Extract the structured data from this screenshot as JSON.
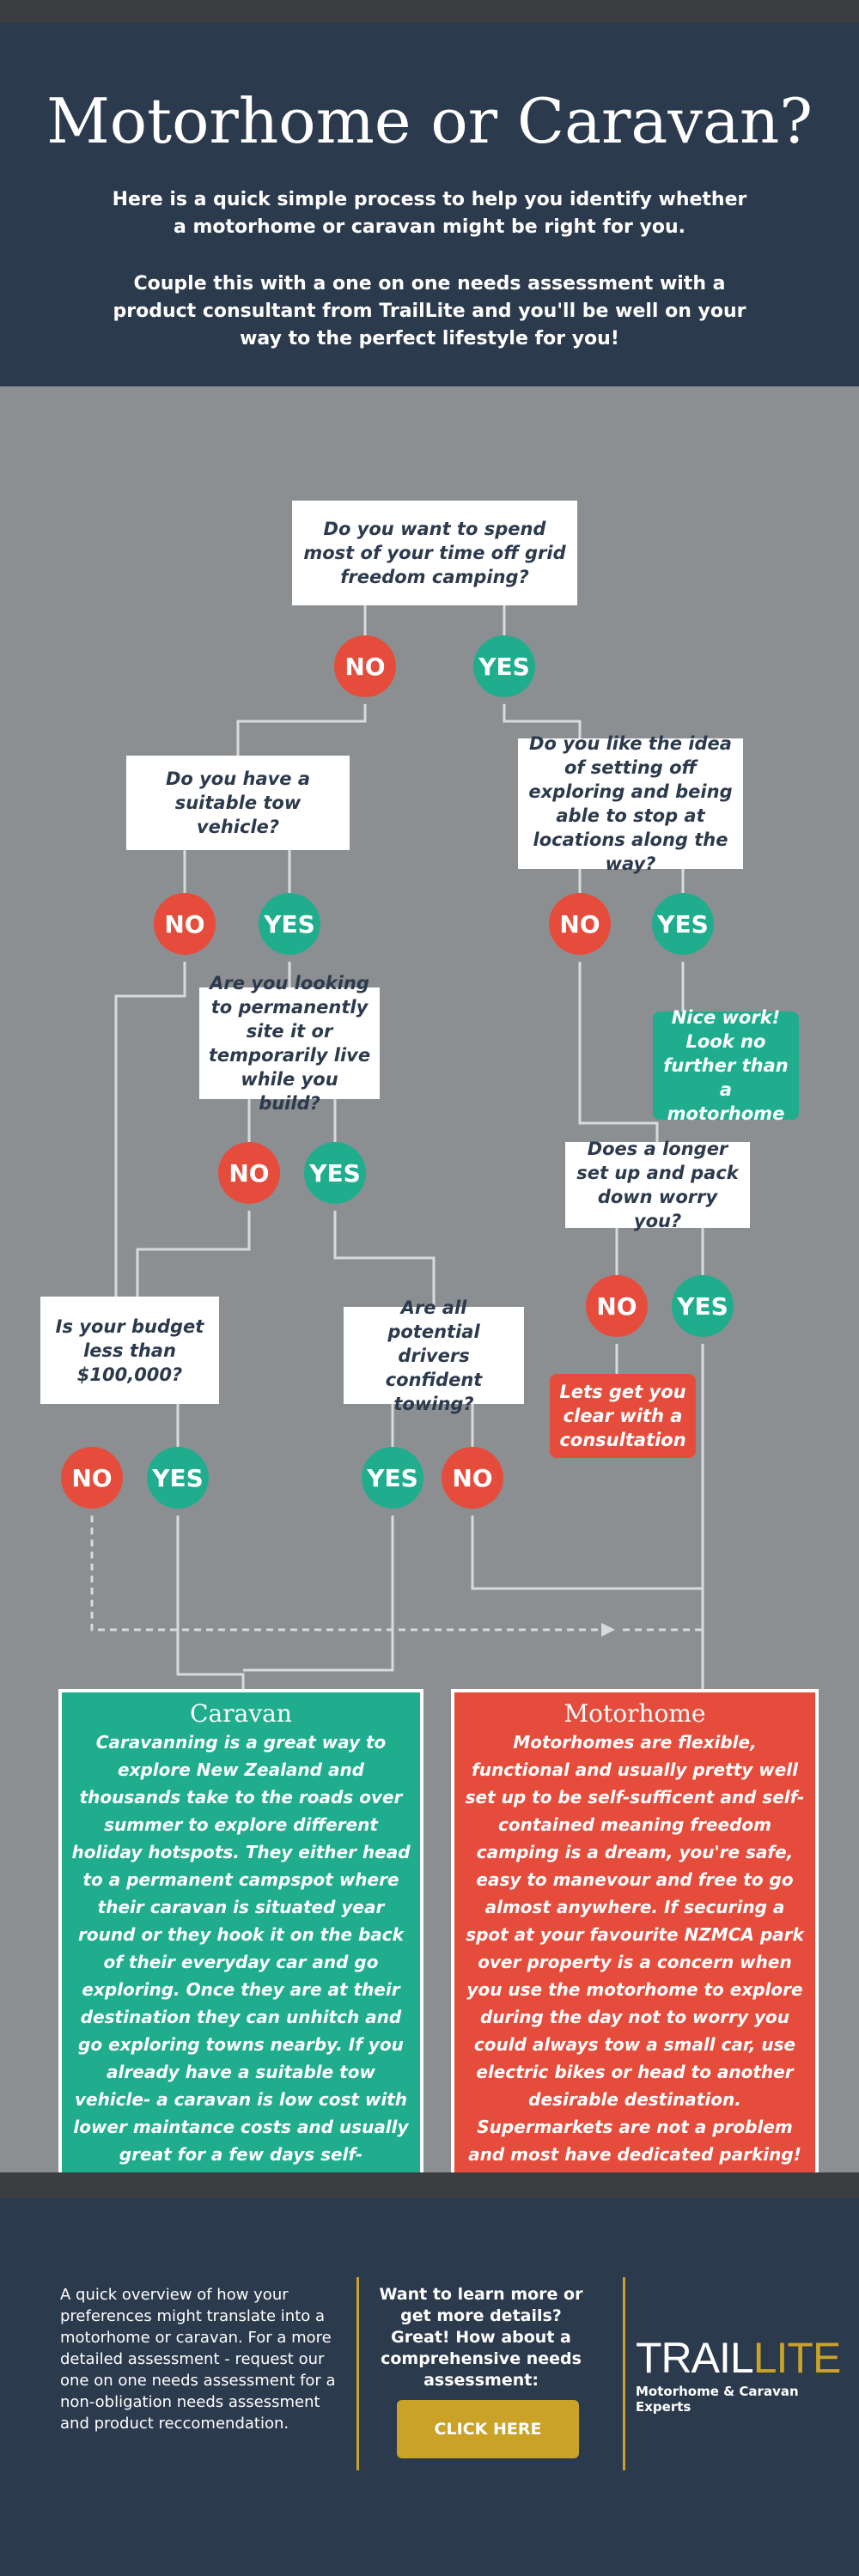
{
  "header": {
    "title": "Motorhome or Caravan?",
    "intro_1": "Here is a quick simple process to help you identify whether a motorhome or caravan might be right for you.",
    "intro_2": "Couple this with a one on one needs assessment with a product consultant from TrailLite and you'll be well on your way to the perfect lifestyle for you!"
  },
  "flowchart": {
    "q_off_grid": "Do you want to spend most of your time off grid freedom camping?",
    "q_tow_vehicle": "Do you have a suitable tow vehicle?",
    "q_explore": "Do you like the idea of setting off exploring and being able to stop at locations along the way?",
    "q_permanent": "Are you looking to permanently site it or temporarily live while you build?",
    "q_pack_down": "Does a longer set up and pack down worry you?",
    "q_budget": "Is your budget less than $100,000?",
    "q_towing": "Are all potential drivers confident towing?",
    "no_label": "NO",
    "yes_label": "YES",
    "outcome_nice_work": "Nice work! Look no further than a motorhome",
    "outcome_consultation": "Lets get you clear with a consultation"
  },
  "results": {
    "caravan_title": "Caravan",
    "caravan_text": "Caravanning is a great way to explore New Zealand and thousands take to the roads over summer to explore different holiday hotspots. They either head to a permanent campspot where their caravan is situated year round or they hook it on the back of their everyday car and go exploring. Once they are at their destination they can unhitch and go exploring towns nearby. If you already have a suitable tow vehicle- a caravan is low cost with lower maintance costs and usually great for a few days self-contained.",
    "motorhome_title": "Motorhome",
    "motorhome_text": "Motorhomes are flexible, functional and usually pretty well set up to be self-sufficent and self-contained meaning freedom camping is a dream, you're safe, easy to manevour and free to go almost anywhere. If securing a spot at your favourite NZMCA park over property is a concern when you use the motorhome to explore during the day not to worry you could always tow a small car, use electric bikes or head to another desirable destination. Supermarkets are not a problem and most have dedicated parking!"
  },
  "footer": {
    "overview_text": "A quick overview of how your preferences might translate into a motorhome or caravan. For a more detailed assessment - request our one on one needs assessment for a non-obligation needs assessment and product reccomendation.",
    "cta_text": "Want to learn more or get more details? Great! How about a comprehensive needs assessment:",
    "cta_button": "CLICK HERE",
    "logo_trail": "TRAIL",
    "logo_lite": "LITE",
    "logo_tagline": "Motorhome & Caravan Experts"
  },
  "colors": {
    "navy": "#2c3a4d",
    "gray_background": "#8c8f91",
    "no_red": "#e54c3c",
    "yes_green": "#1fad8e",
    "gold": "#c9a227"
  }
}
